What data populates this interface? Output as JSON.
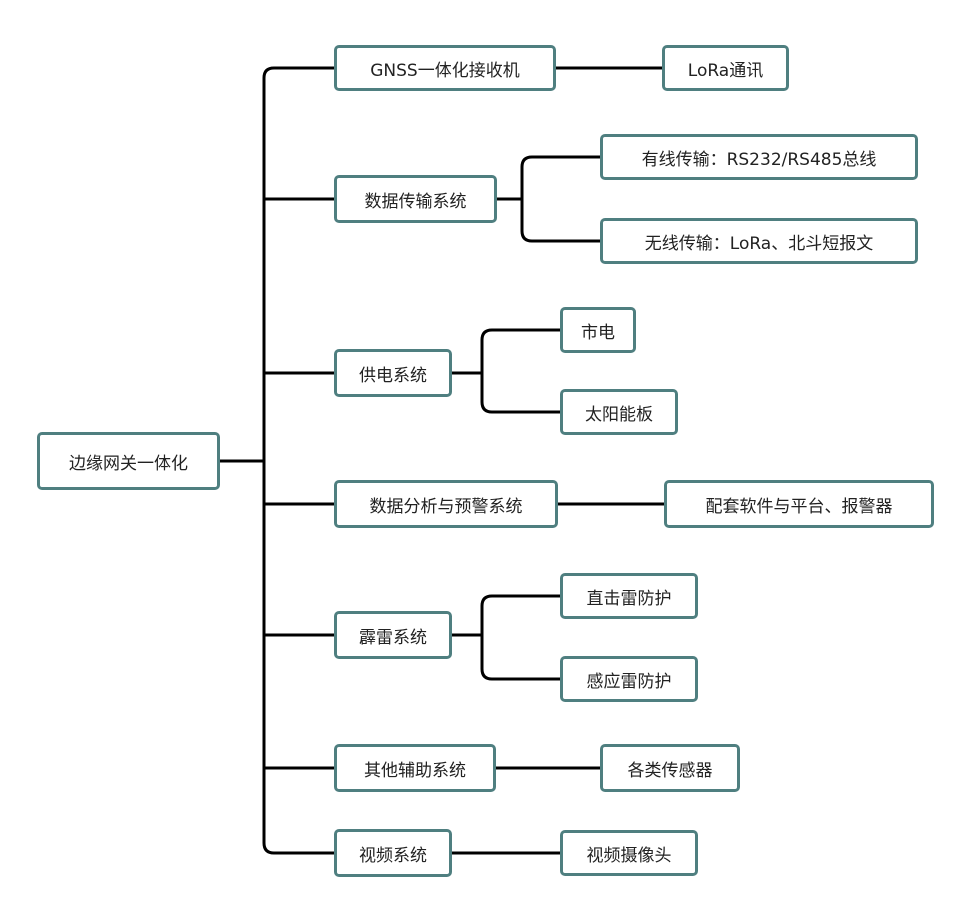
{
  "root": {
    "label": "边缘网关一体化"
  },
  "branches": [
    {
      "label": "GNSS一体化接收机",
      "children": [
        "LoRa通讯"
      ]
    },
    {
      "label": "数据传输系统",
      "children": [
        "有线传输：RS232/RS485总线",
        "无线传输：LoRa、北斗短报文"
      ]
    },
    {
      "label": "供电系统",
      "children": [
        "市电",
        "太阳能板"
      ]
    },
    {
      "label": "数据分析与预警系统",
      "children": [
        "配套软件与平台、报警器"
      ]
    },
    {
      "label": "霹雷系统",
      "children": [
        "直击雷防护",
        "感应雷防护"
      ]
    },
    {
      "label": "其他辅助系统",
      "children": [
        "各类传感器"
      ]
    },
    {
      "label": "视频系统",
      "children": [
        "视频摄像头"
      ]
    }
  ],
  "colors": {
    "node_border": "#4f7f80",
    "connector": "#000000",
    "text": "#222222"
  }
}
